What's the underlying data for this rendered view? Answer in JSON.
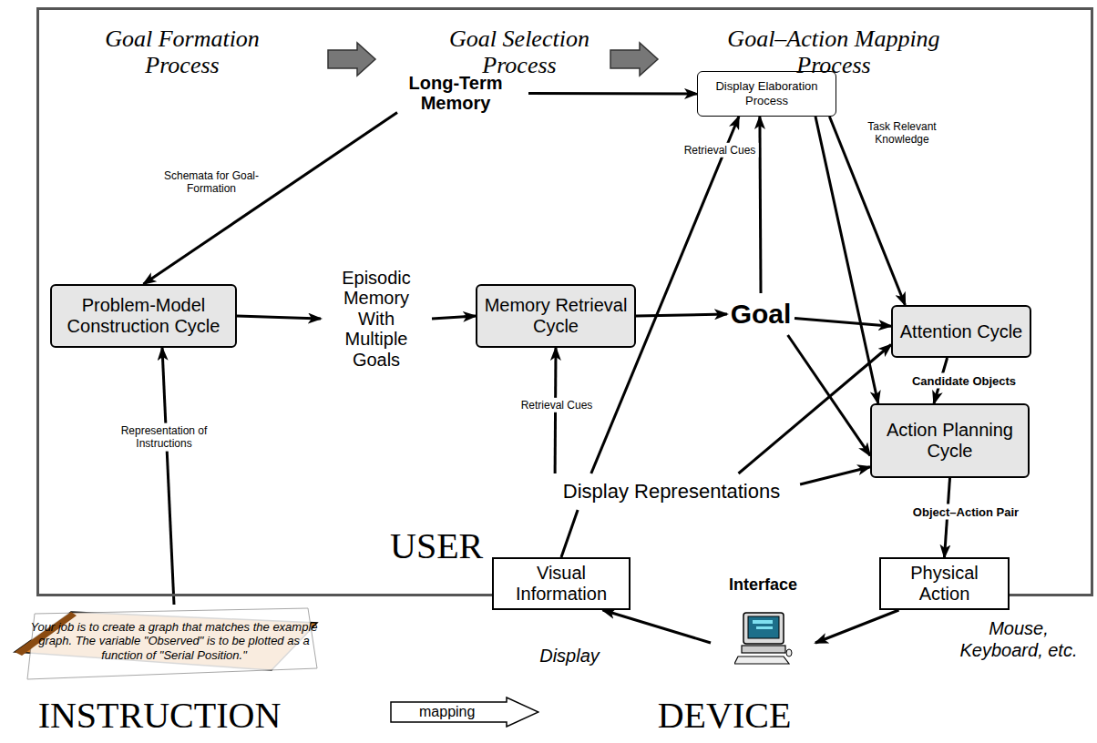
{
  "diagram": {
    "nodes": [
      {
        "text": [
          "USER"
        ]
      },
      {
        "text": [
          "Long-Term Memory"
        ],
        "in": 0
      },
      {
        "text": [
          "Problem-Model Construction Cycle"
        ],
        "in": 0
      },
      {
        "text": [
          "Episodic Memory With Multiple Goals"
        ],
        "in": 0
      },
      {
        "text": [
          "Memory Retrieval Cycle"
        ],
        "in": 0
      },
      {
        "text": [
          "Goal"
        ],
        "in": 0
      },
      {
        "text": [
          "Display Elaboration Process"
        ],
        "in": 0
      },
      {
        "text": [
          "Attention Cycle"
        ],
        "in": 0
      },
      {
        "text": [
          "Action Planning Cycle"
        ],
        "in": 0
      },
      {
        "text": [
          "Display Representations"
        ],
        "in": 0
      },
      {
        "text": [
          "Visual Information"
        ]
      },
      {
        "text": [
          "Physical Action"
        ]
      },
      {
        "text": [
          "Your job is to create a graph that matches the example graph. The variable \"Observed\" is to be plotted as a function of \"Serial Position.\""
        ]
      },
      {
        "text": [
          "Interface"
        ]
      },
      {
        "text": [
          "mapping"
        ]
      }
    ],
    "edges": [
      {
        "from": 1,
        "to": 2,
        "arrow": "to",
        "label": "Schemata for Goal-Formation"
      },
      {
        "from": 1,
        "to": 6,
        "arrow": "to"
      },
      {
        "from": 12,
        "to": 2,
        "arrow": "to",
        "label": "Representation of Instructions"
      },
      {
        "from": 2,
        "to": 3,
        "arrow": "to"
      },
      {
        "from": 3,
        "to": 4,
        "arrow": "to"
      },
      {
        "from": 4,
        "to": 5,
        "arrow": "to"
      },
      {
        "from": 5,
        "to": 6,
        "arrow": "to"
      },
      {
        "from": 5,
        "to": 7,
        "arrow": "to"
      },
      {
        "from": 5,
        "to": 8,
        "arrow": "to"
      },
      {
        "from": 6,
        "to": 7,
        "arrow": "to",
        "label": "Task Relevant Knowledge"
      },
      {
        "from": 6,
        "to": 8,
        "arrow": "to"
      },
      {
        "from": 9,
        "to": 4,
        "arrow": "to",
        "label": "Retrieval Cues"
      },
      {
        "from": 9,
        "to": 6,
        "arrow": "to",
        "label": "Retrieval Cues"
      },
      {
        "from": 9,
        "to": 7,
        "arrow": "to"
      },
      {
        "from": 9,
        "to": 8,
        "arrow": "to"
      },
      {
        "from": 10,
        "to": 9,
        "arrow": "none"
      },
      {
        "from": 7,
        "to": 8,
        "arrow": "to",
        "label": "Candidate Objects"
      },
      {
        "from": 8,
        "to": 11,
        "arrow": "to",
        "label": "Object–Action Pair"
      },
      {
        "from": 11,
        "to": 13,
        "arrow": "to"
      },
      {
        "from": 13,
        "to": 10,
        "arrow": "to",
        "label": "Display"
      }
    ],
    "labels": [
      "Goal Formation Process",
      "Goal Selection Process",
      "Goal–Action Mapping Process",
      "Mouse, Keyboard, etc.",
      "INSTRUCTION",
      "DEVICE"
    ]
  }
}
